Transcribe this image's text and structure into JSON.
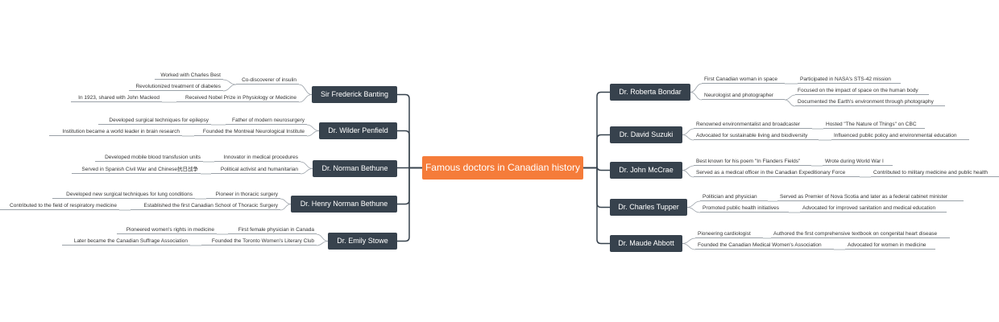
{
  "central": "Famous doctors in Canadian history",
  "colors": {
    "central": "#f57c3a",
    "main": "#37424d",
    "line": "#37424d",
    "sub_line": "#9aa1a8"
  },
  "left": [
    {
      "name": "Sir Frederick Banting",
      "children": [
        {
          "text": "Co-discoverer of insulin",
          "children": [
            "Worked with Charles Best",
            "Revolutionized treatment of diabetes"
          ]
        },
        {
          "text": "Received Nobel Prize in Physiology or Medicine",
          "children": [
            "In 1923, shared with John Macleod"
          ]
        }
      ]
    },
    {
      "name": "Dr. Wilder Penfield",
      "children": [
        {
          "text": "Father of modern neurosurgery",
          "children": [
            "Developed surgical techniques for epilepsy"
          ]
        },
        {
          "text": "Founded the Montreal Neurological Institute",
          "children": [
            "Institution became a world leader in brain research"
          ]
        }
      ]
    },
    {
      "name": "Dr. Norman Bethune",
      "children": [
        {
          "text": "Innovator in medical procedures",
          "children": [
            "Developed mobile blood transfusion units"
          ]
        },
        {
          "text": "Political activist and humanitarian",
          "children": [
            "Served in Spanish Civil War and Chinese抗日战争"
          ]
        }
      ]
    },
    {
      "name": "Dr. Henry Norman Bethune",
      "children": [
        {
          "text": "Pioneer in thoracic surgery",
          "children": [
            "Developed new surgical techniques for lung conditions"
          ]
        },
        {
          "text": "Established the first Canadian School of Thoracic Surgery",
          "children": [
            "Contributed to the field of respiratory medicine"
          ]
        }
      ]
    },
    {
      "name": "Dr. Emily Stowe",
      "children": [
        {
          "text": "First female physician in Canada",
          "children": [
            "Pioneered women's rights in medicine"
          ]
        },
        {
          "text": "Founded the Toronto Women's Literary Club",
          "children": [
            "Later became the Canadian Suffrage Association"
          ]
        }
      ]
    }
  ],
  "right": [
    {
      "name": "Dr. Roberta Bondar",
      "children": [
        {
          "text": "First Canadian woman in space",
          "children": [
            "Participated in NASA's STS-42 mission"
          ]
        },
        {
          "text": "Neurologist and photographer",
          "children": [
            "Focused on the impact of space on the human body",
            "Documented the Earth's environment through photography"
          ]
        }
      ]
    },
    {
      "name": "Dr. David Suzuki",
      "children": [
        {
          "text": "Renowned environmentalist and broadcaster",
          "children": [
            "Hosted \"The Nature of Things\" on CBC"
          ]
        },
        {
          "text": "Advocated for sustainable living and biodiversity",
          "children": [
            "Influenced public policy and environmental education"
          ]
        }
      ]
    },
    {
      "name": "Dr. John McCrae",
      "children": [
        {
          "text": "Best known for his poem \"In Flanders Fields\"",
          "children": [
            "Wrote during World War I"
          ]
        },
        {
          "text": "Served as a medical officer in the Canadian Expeditionary Force",
          "children": [
            "Contributed to military medicine and public health"
          ]
        }
      ]
    },
    {
      "name": "Dr. Charles Tupper",
      "children": [
        {
          "text": "Politician and physician",
          "children": [
            "Served as Premier of Nova Scotia and later as a federal cabinet minister"
          ]
        },
        {
          "text": "Promoted public health initiatives",
          "children": [
            "Advocated for improved sanitation and medical education"
          ]
        }
      ]
    },
    {
      "name": "Dr. Maude Abbott",
      "children": [
        {
          "text": "Pioneering cardiologist",
          "children": [
            "Authored the first comprehensive textbook on congenital heart disease"
          ]
        },
        {
          "text": "Founded the Canadian Medical Women's Association",
          "children": [
            "Advocated for women in medicine"
          ]
        }
      ]
    }
  ]
}
